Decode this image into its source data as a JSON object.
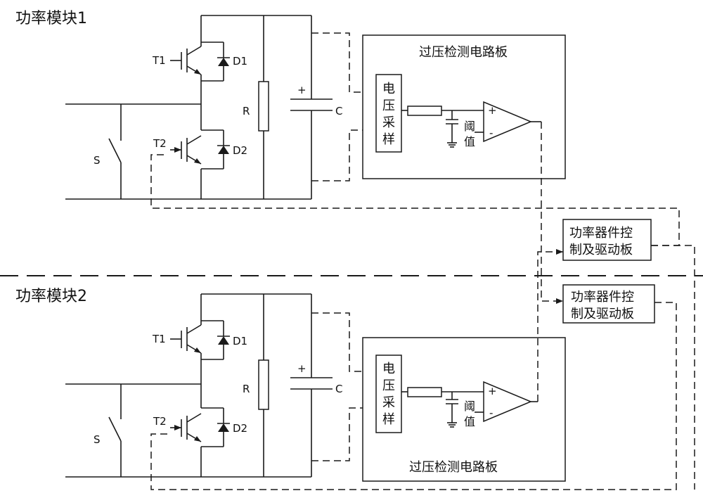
{
  "module1": {
    "title": "功率模块1",
    "t1": "T1",
    "d1": "D1",
    "t2": "T2",
    "d2": "D2",
    "s": "S",
    "r": "R",
    "c": "C",
    "plus": "+",
    "board_title": "过压检测电路板",
    "sampling": [
      "电",
      "压",
      "采",
      "样"
    ],
    "threshold": [
      "阈",
      "值"
    ],
    "opamp_plus": "+",
    "opamp_minus": "-"
  },
  "module2": {
    "title": "功率模块2",
    "t1": "T1",
    "d1": "D1",
    "t2": "T2",
    "d2": "D2",
    "s": "S",
    "r": "R",
    "c": "C",
    "plus": "+",
    "board_title": "过压检测电路板",
    "sampling": [
      "电",
      "压",
      "采",
      "样"
    ],
    "threshold": [
      "阈",
      "值"
    ],
    "opamp_plus": "+",
    "opamp_minus": "-"
  },
  "driver1": {
    "line1": "功率器件控",
    "line2": "制及驱动板"
  },
  "driver2": {
    "line1": "功率器件控",
    "line2": "制及驱动板"
  }
}
